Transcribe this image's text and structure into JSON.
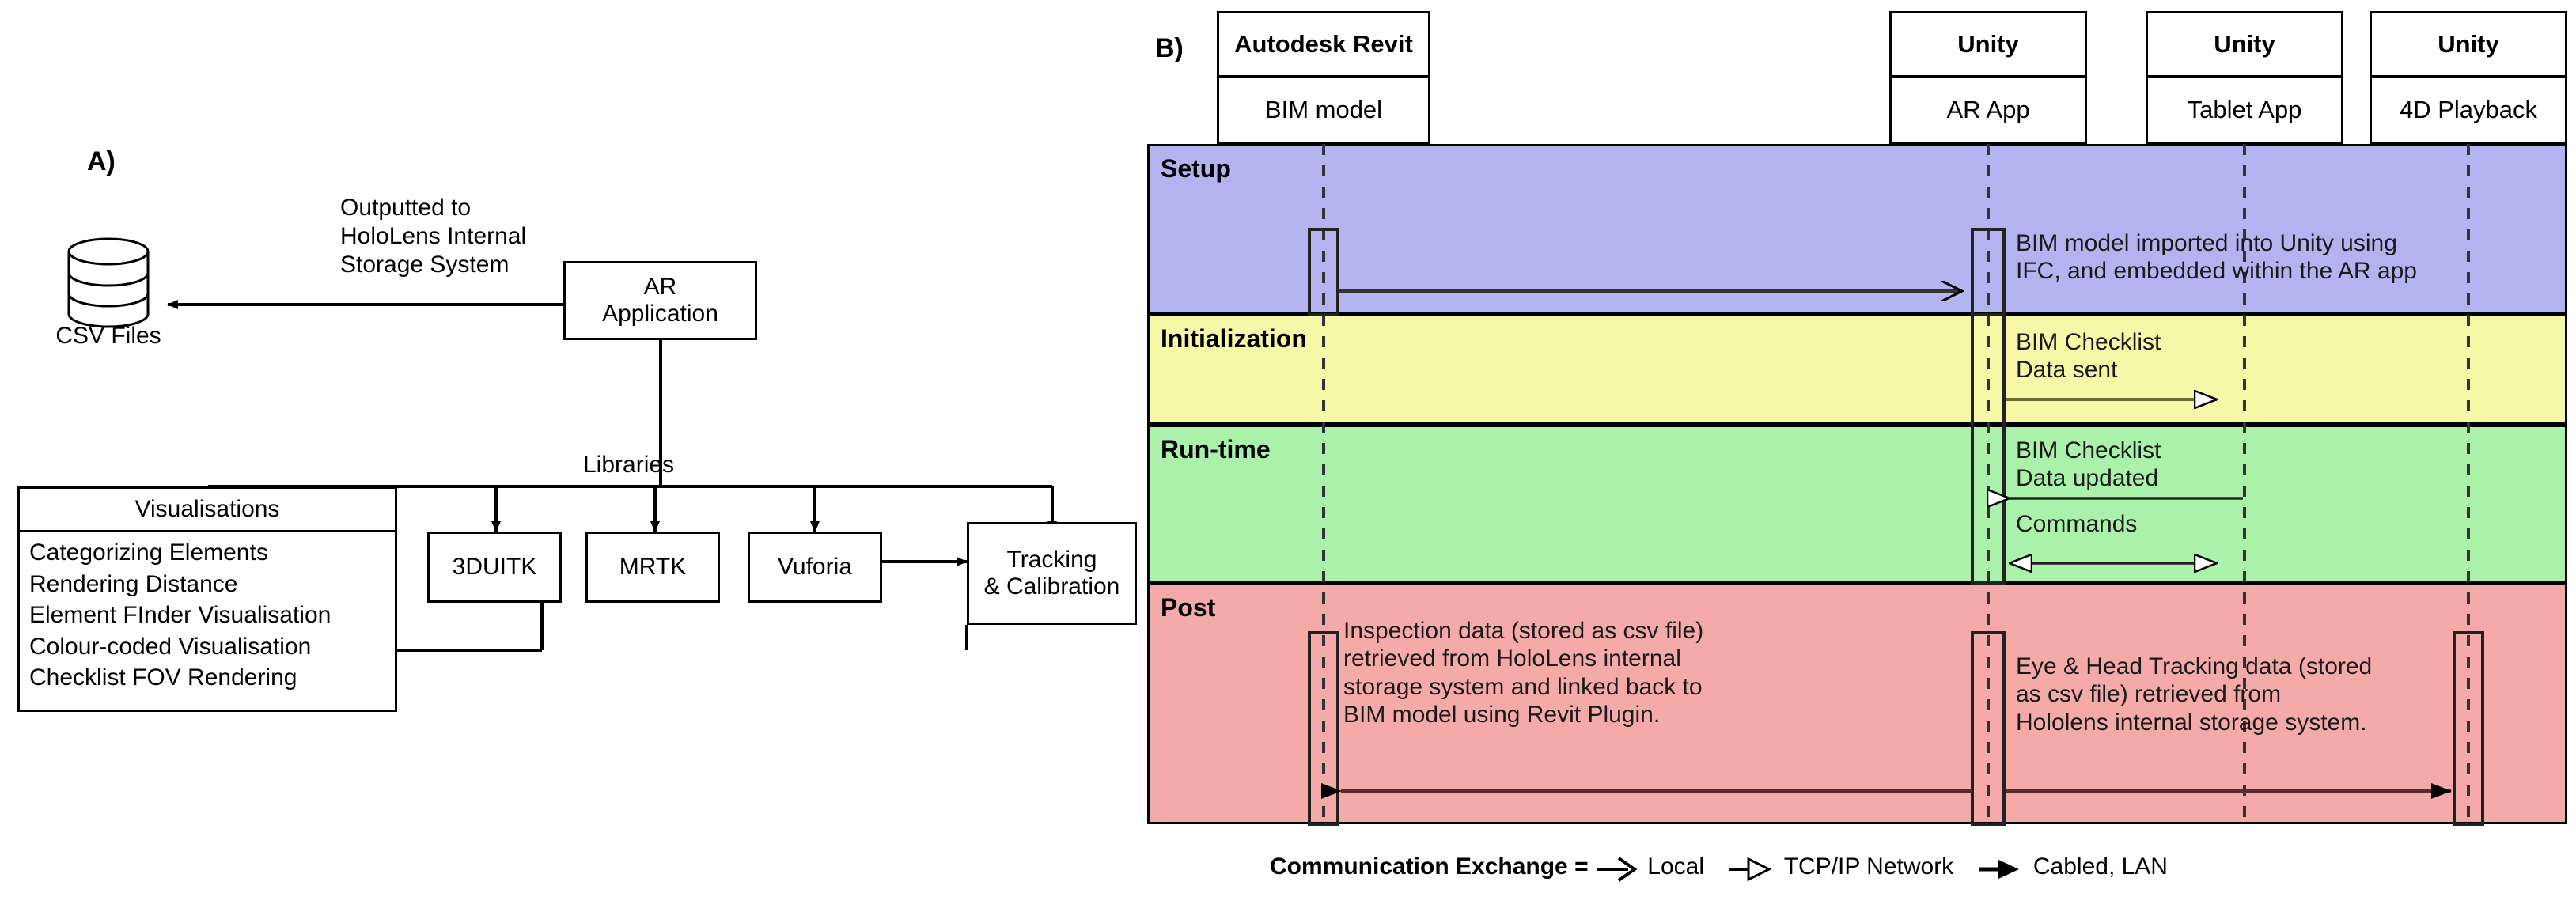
{
  "figure": {
    "panel_a_label": "A)",
    "panel_b_label": "B)"
  },
  "panel_a": {
    "datastore": {
      "icon": "database-cylinder-icon",
      "label": "CSV Files"
    },
    "edge_output_label": "Outputted to\nHoloLens Internal\nStorage System",
    "edge_output_line1": "Outputted to",
    "edge_output_line2": "HoloLens Internal",
    "edge_output_line3": "Storage System",
    "ar_application": {
      "line1": "AR",
      "line2": "Application"
    },
    "libraries_label": "Libraries",
    "libraries": [
      {
        "label": "3DUITK"
      },
      {
        "label": "MRTK"
      },
      {
        "label": "Vuforia"
      }
    ],
    "tracking": {
      "line1": "Tracking",
      "line2": "& Calibration"
    },
    "visualisations": {
      "title": "Visualisations",
      "items": [
        "Categorizing Elements",
        "Rendering Distance",
        "Element FInder Visualisation",
        "Colour-coded Visualisation",
        "Checklist FOV Rendering"
      ]
    }
  },
  "panel_b": {
    "lifelines": [
      {
        "app": "Autodesk Revit",
        "role": "BIM model"
      },
      {
        "app": "Unity",
        "role": "AR App"
      },
      {
        "app": "Unity",
        "role": "Tablet App"
      },
      {
        "app": "Unity",
        "role": "4D Playback"
      }
    ],
    "phases": [
      {
        "name": "Setup",
        "color": "#b3b3f0"
      },
      {
        "name": "Initialization",
        "color": "#f7f7a8"
      },
      {
        "name": "Run-time",
        "color": "#aaf2aa"
      },
      {
        "name": "Post",
        "color": "#f5aaaa"
      }
    ],
    "messages": [
      {
        "phase": "Setup",
        "from": "BIM model",
        "to": "AR App",
        "arrow": "local",
        "text_line1": "BIM model imported into Unity using",
        "text_line2": "IFC, and embedded within the AR app"
      },
      {
        "phase": "Initialization",
        "from": "AR App",
        "to": "Tablet App",
        "arrow": "tcpip",
        "text_line1": "BIM Checklist",
        "text_line2": "Data sent"
      },
      {
        "phase": "Run-time",
        "from": "Tablet App",
        "to": "AR App",
        "arrow": "tcpip",
        "text_line1": "BIM Checklist",
        "text_line2": "Data updated"
      },
      {
        "phase": "Run-time",
        "from": "AR App",
        "to": "Tablet App",
        "arrow": "tcpip-bidirectional",
        "text_line1": "Commands",
        "text_line2": ""
      },
      {
        "phase": "Post",
        "from": "AR App",
        "to": "BIM model",
        "arrow": "cabled",
        "text_line1": "Inspection data (stored as csv file)",
        "text_line2": "retrieved from HoloLens internal",
        "text_line3": "storage system and linked back to",
        "text_line4": "BIM model using Revit Plugin."
      },
      {
        "phase": "Post",
        "from": "AR App",
        "to": "4D Playback",
        "arrow": "cabled",
        "text_line1": "Eye & Head Tracking data (stored",
        "text_line2": "as csv file) retrieved from",
        "text_line3": "Hololens internal storage system."
      }
    ],
    "legend": {
      "title": "Communication Exchange =",
      "items": [
        {
          "glyph": "open-arrow-icon",
          "label": "Local"
        },
        {
          "glyph": "hollow-arrow-icon",
          "label": "TCP/IP Network"
        },
        {
          "glyph": "filled-arrow-icon",
          "label": "Cabled, LAN"
        }
      ]
    }
  },
  "colors": {
    "setup": "#b3b3f0",
    "initialization": "#f7f7a8",
    "runtime": "#aaf2aa",
    "post": "#f5aaaa",
    "stroke": "#000000"
  }
}
